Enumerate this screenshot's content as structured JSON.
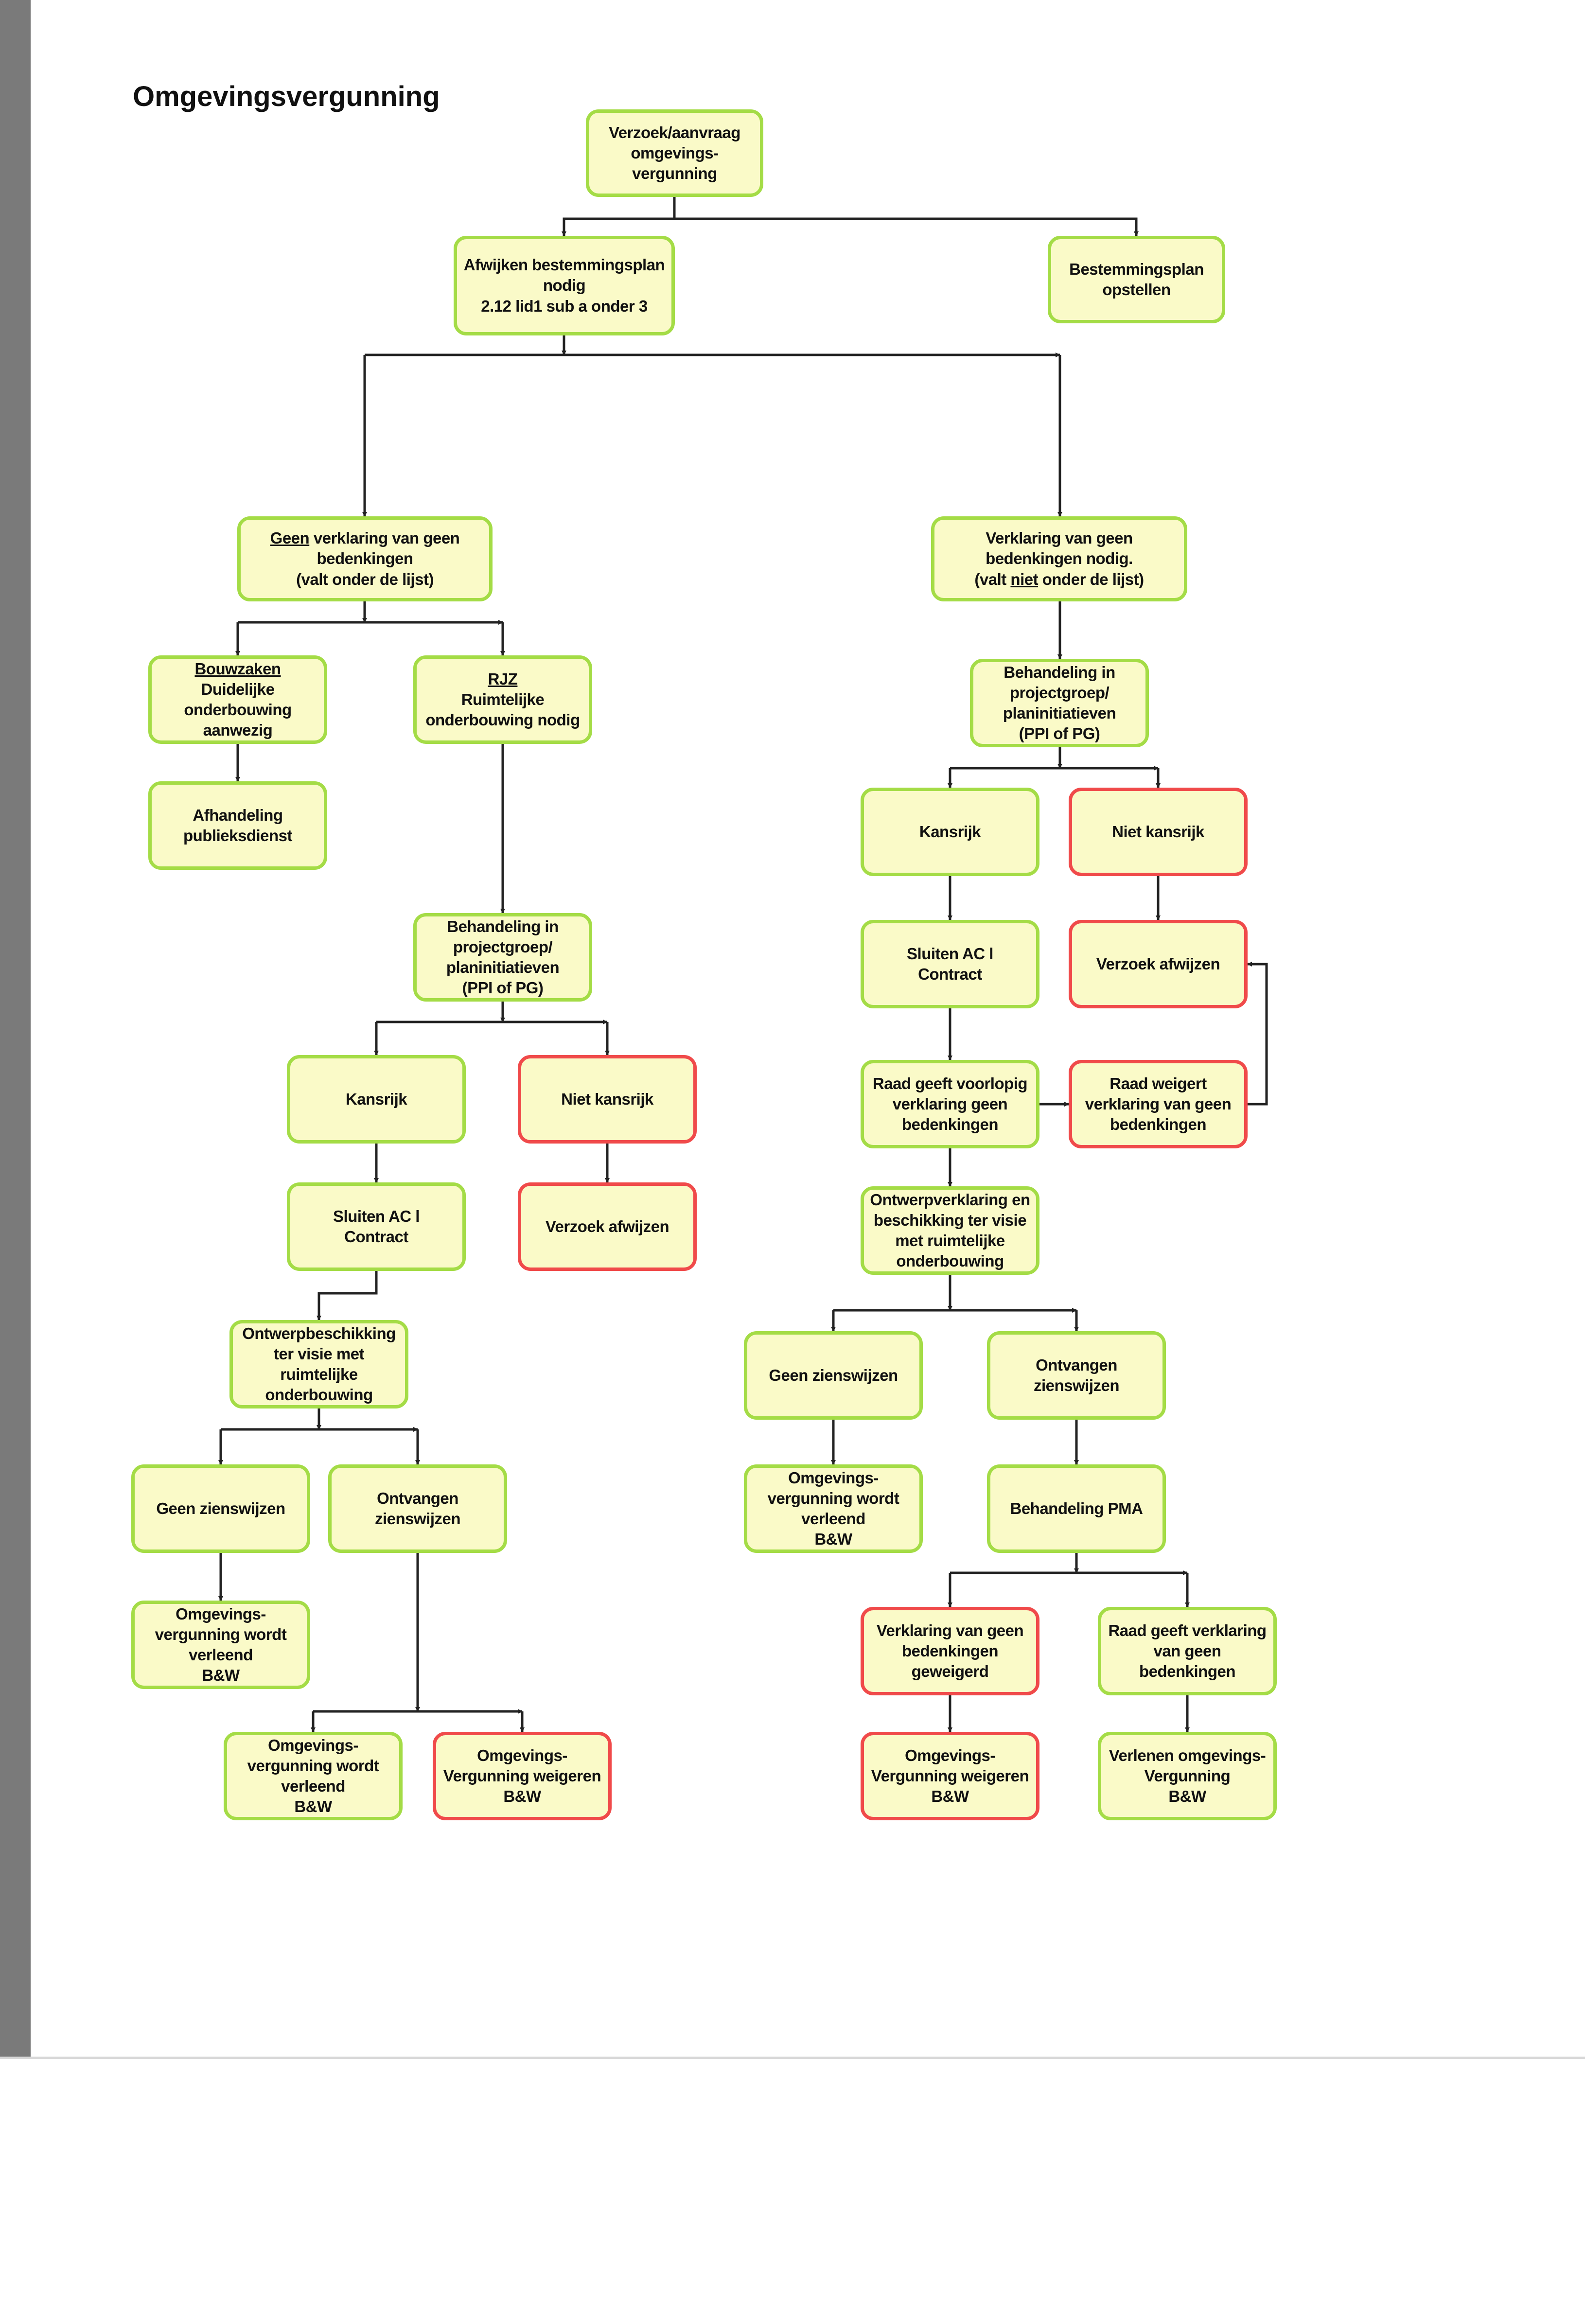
{
  "title": "Omgevingsvergunning",
  "colors": {
    "box_fill": "#fafac8",
    "box_border_positive": "#a4dc46",
    "box_border_negative": "#f04a4a",
    "connector": "#222222"
  },
  "nodes": {
    "n1": {
      "lines": [
        "Verzoek/aanvraag",
        "omgevings-",
        "vergunning"
      ]
    },
    "n2": {
      "lines": [
        "Afwijken bestemmingsplan",
        "nodig",
        "2.12 lid1 sub a onder 3"
      ]
    },
    "n3": {
      "lines": [
        "Bestemmingsplan",
        "opstellen"
      ]
    },
    "n4": {
      "u": "Geen",
      "rest": " verklaring van geen",
      "lines": [
        "bedenkingen",
        "(valt onder de lijst)"
      ]
    },
    "n5": {
      "lines": [
        "Verklaring van geen",
        "bedenkingen nodig."
      ],
      "last_pre": "(valt ",
      "last_u": "niet",
      "last_post": " onder de lijst)"
    },
    "n6": {
      "u": "Bouwzaken",
      "lines": [
        "Duidelijke",
        "onderbouwing",
        "aanwezig"
      ]
    },
    "n7": {
      "u": "RJZ",
      "lines": [
        "Ruimtelijke",
        "onderbouwing nodig"
      ]
    },
    "n8": {
      "lines": [
        "Afhandeling",
        "publieksdienst"
      ]
    },
    "n9": {
      "lines": [
        "Behandeling in",
        "projectgroep/",
        "planinitiatieven",
        "(PPI of PG)"
      ]
    },
    "n10": {
      "lines": [
        "Kansrijk"
      ]
    },
    "n11": {
      "lines": [
        "Niet kansrijk"
      ]
    },
    "n12": {
      "lines": [
        "Sluiten AC l",
        "Contract"
      ]
    },
    "n13": {
      "lines": [
        "Verzoek afwijzen"
      ]
    },
    "n14": {
      "lines": [
        "Ontwerpbeschikking",
        "ter visie met",
        "ruimtelijke",
        "onderbouwing"
      ]
    },
    "n15": {
      "lines": [
        "Geen zienswijzen"
      ]
    },
    "n16": {
      "lines": [
        "Ontvangen",
        "zienswijzen"
      ]
    },
    "n17": {
      "lines": [
        "Omgevings-",
        "vergunning wordt",
        "verleend",
        "B&W"
      ]
    },
    "n18": {
      "lines": [
        "Omgevings-",
        "vergunning wordt",
        "verleend",
        "B&W"
      ]
    },
    "n19": {
      "lines": [
        "Omgevings-",
        "Vergunning weigeren",
        "B&W"
      ]
    },
    "n20": {
      "lines": [
        "Behandeling in",
        "projectgroep/",
        "planinitiatieven",
        "(PPI of PG)"
      ]
    },
    "n21": {
      "lines": [
        "Kansrijk"
      ]
    },
    "n22": {
      "lines": [
        "Niet kansrijk"
      ]
    },
    "n23": {
      "lines": [
        "Sluiten AC l",
        "Contract"
      ]
    },
    "n24": {
      "lines": [
        "Verzoek afwijzen"
      ]
    },
    "n25": {
      "lines": [
        "Raad geeft voorlopig",
        "verklaring geen",
        "bedenkingen"
      ]
    },
    "n26": {
      "lines": [
        "Raad weigert",
        "verklaring van geen",
        "bedenkingen"
      ]
    },
    "n27": {
      "lines": [
        "Ontwerpverklaring en",
        "beschikking ter visie",
        "met ruimtelijke",
        "onderbouwing"
      ]
    },
    "n28": {
      "lines": [
        "Geen zienswijzen"
      ]
    },
    "n29": {
      "lines": [
        "Ontvangen",
        "zienswijzen"
      ]
    },
    "n30": {
      "lines": [
        "Omgevings-",
        "vergunning wordt",
        "verleend",
        "B&W"
      ]
    },
    "n31": {
      "lines": [
        "Behandeling PMA"
      ]
    },
    "n32": {
      "lines": [
        "Verklaring van geen",
        "bedenkingen",
        "geweigerd"
      ]
    },
    "n33": {
      "lines": [
        "Raad geeft verklaring",
        "van geen",
        "bedenkingen"
      ]
    },
    "n34": {
      "lines": [
        "Omgevings-",
        "Vergunning weigeren",
        "B&W"
      ]
    },
    "n35": {
      "lines": [
        "Verlenen omgevings-",
        "Vergunning",
        "B&W"
      ]
    }
  }
}
